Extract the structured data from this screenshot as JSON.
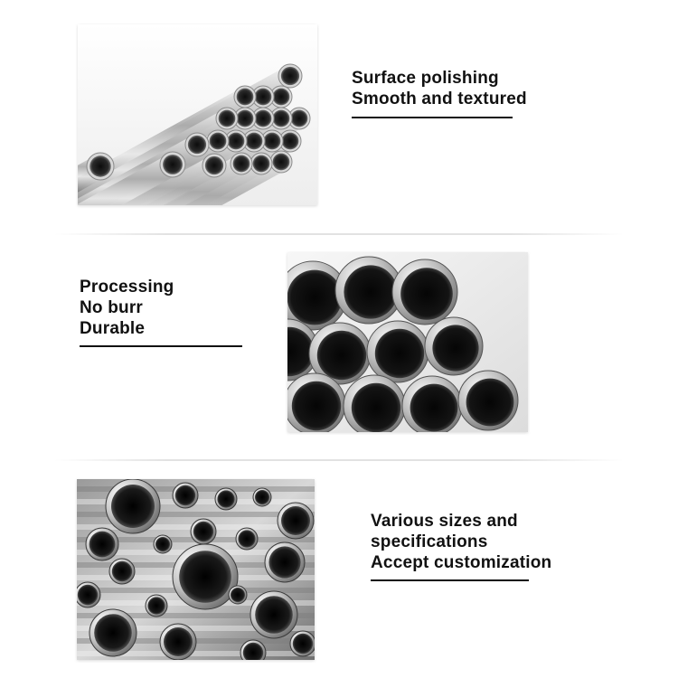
{
  "sections": [
    {
      "lines": [
        "Surface polishing",
        "Smooth and textured"
      ],
      "image_subject": "stainless-steel-tube-bundle-angled"
    },
    {
      "lines": [
        "Processing",
        "No burr",
        "Durable"
      ],
      "image_subject": "stacked-steel-pipe-ends"
    },
    {
      "lines": [
        "Various sizes and",
        "specifications",
        "Accept customization"
      ],
      "image_subject": "assorted-size-pipe-ends"
    }
  ],
  "colors": {
    "text": "#111111",
    "underline": "#111111",
    "background": "#ffffff",
    "steel_light": "#e8e8e8",
    "steel_dark": "#1a1a1a"
  }
}
